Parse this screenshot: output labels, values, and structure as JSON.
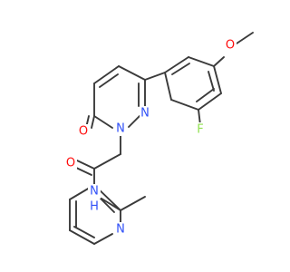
{
  "molecule": {
    "atoms": {
      "oxygen_methoxy": {
        "text": "O",
        "color": "#ff0d0d"
      },
      "fluorine": {
        "text": "F",
        "color": "#90e050"
      },
      "nitrogen_n2": {
        "text": "N",
        "color": "#3050f8"
      },
      "nitrogen_n1": {
        "text": "N",
        "color": "#3050f8"
      },
      "oxygen_carbonyl_ring": {
        "text": "O",
        "color": "#ff0d0d"
      },
      "oxygen_amide": {
        "text": "O",
        "color": "#ff0d0d"
      },
      "nitrogen_amide": {
        "text": "N",
        "color": "#3050f8"
      },
      "hydrogen_amide": {
        "text": "H",
        "color": "#3050f8"
      },
      "nitrogen_pyridine": {
        "text": "N",
        "color": "#3050f8"
      }
    },
    "bond_color": "#3a3a3a"
  }
}
